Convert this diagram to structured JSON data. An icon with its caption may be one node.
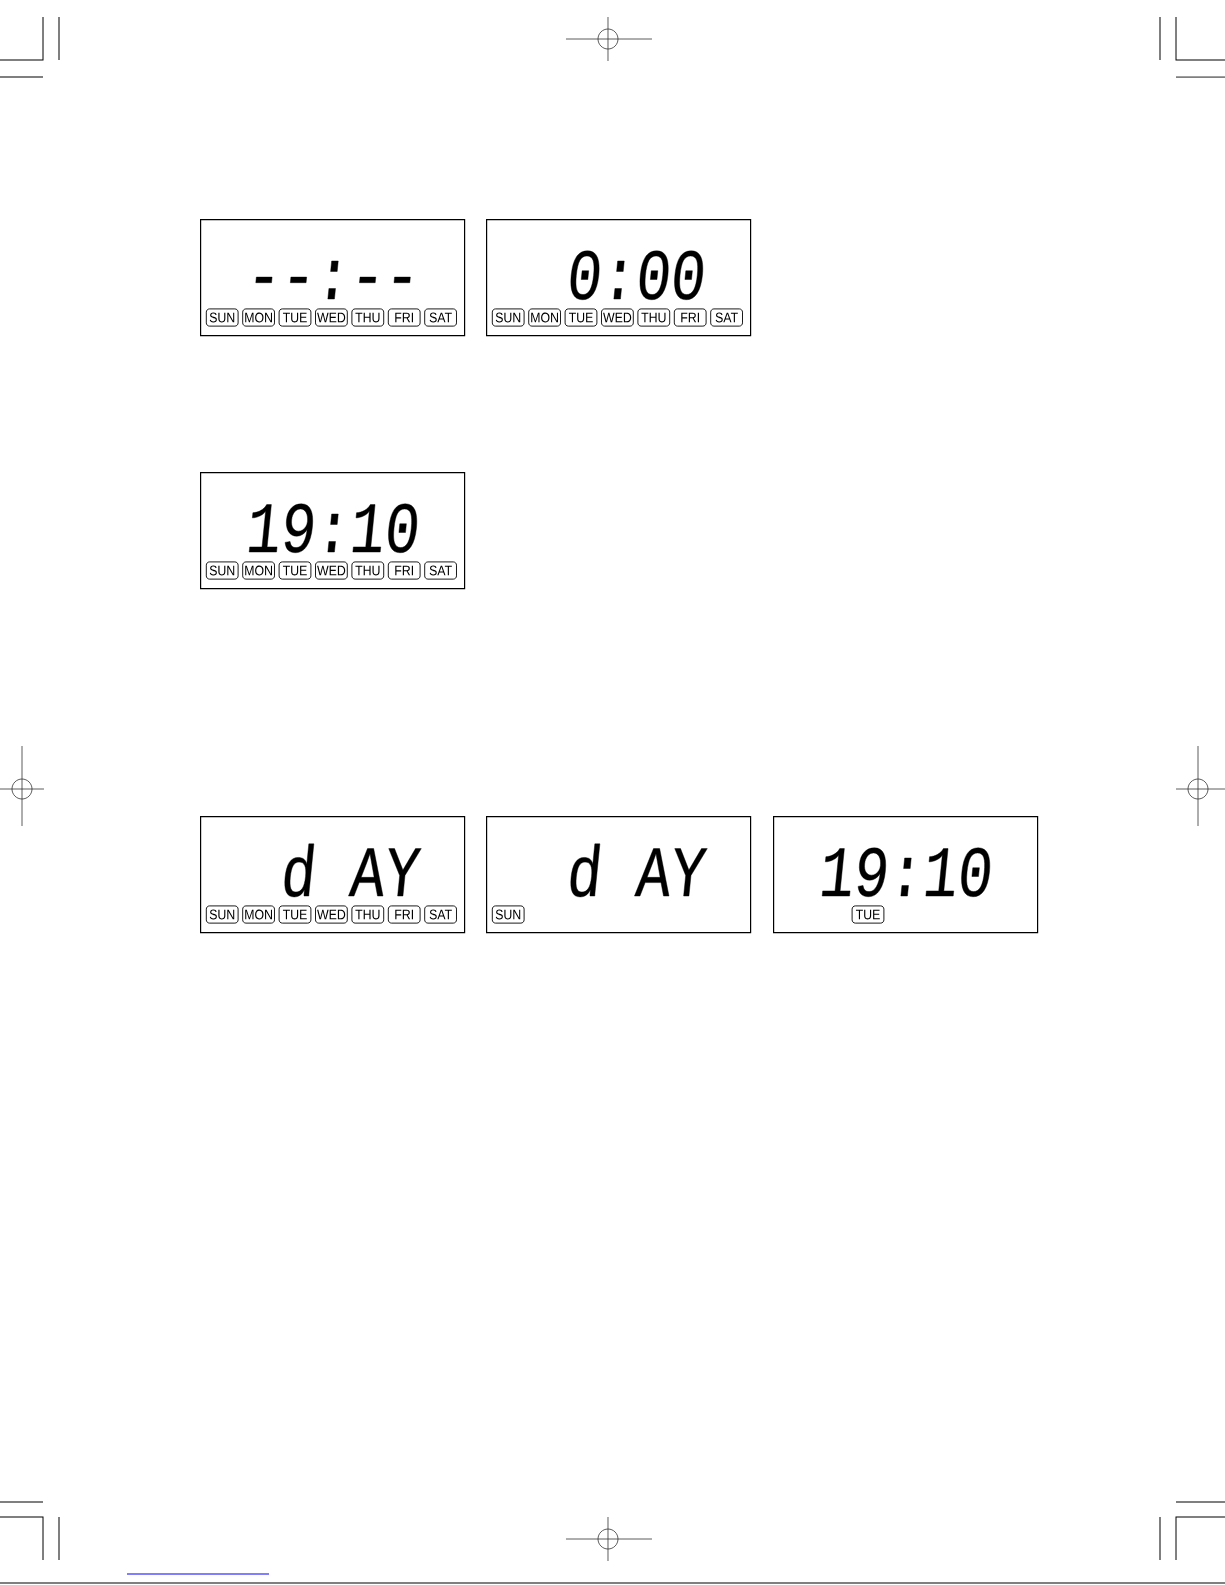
{
  "diagram": {
    "nodes": [
      {
        "text": [
          "--:--"
        ]
      },
      {
        "text": [
          "SUN"
        ],
        "in": 0
      },
      {
        "text": [
          "MON"
        ],
        "in": 0
      },
      {
        "text": [
          "TUE"
        ],
        "in": 0
      },
      {
        "text": [
          "WED"
        ],
        "in": 0
      },
      {
        "text": [
          "THU"
        ],
        "in": 0
      },
      {
        "text": [
          "FRI"
        ],
        "in": 0
      },
      {
        "text": [
          "SAT"
        ],
        "in": 0
      },
      {
        "text": [
          "0:00"
        ]
      },
      {
        "text": [
          "SUN"
        ],
        "in": 8
      },
      {
        "text": [
          "MON"
        ],
        "in": 8
      },
      {
        "text": [
          "TUE"
        ],
        "in": 8
      },
      {
        "text": [
          "WED"
        ],
        "in": 8
      },
      {
        "text": [
          "THU"
        ],
        "in": 8
      },
      {
        "text": [
          "FRI"
        ],
        "in": 8
      },
      {
        "text": [
          "SAT"
        ],
        "in": 8
      },
      {
        "text": [
          "19:10"
        ]
      },
      {
        "text": [
          "SUN"
        ],
        "in": 16
      },
      {
        "text": [
          "MON"
        ],
        "in": 16
      },
      {
        "text": [
          "TUE"
        ],
        "in": 16
      },
      {
        "text": [
          "WED"
        ],
        "in": 16
      },
      {
        "text": [
          "THU"
        ],
        "in": 16
      },
      {
        "text": [
          "FRI"
        ],
        "in": 16
      },
      {
        "text": [
          "SAT"
        ],
        "in": 16
      },
      {
        "text": [
          "d AY"
        ]
      },
      {
        "text": [
          "SUN"
        ],
        "in": 24
      },
      {
        "text": [
          "MON"
        ],
        "in": 24
      },
      {
        "text": [
          "TUE"
        ],
        "in": 24
      },
      {
        "text": [
          "WED"
        ],
        "in": 24
      },
      {
        "text": [
          "THU"
        ],
        "in": 24
      },
      {
        "text": [
          "FRI"
        ],
        "in": 24
      },
      {
        "text": [
          "SAT"
        ],
        "in": 24
      },
      {
        "text": [
          "d AY"
        ]
      },
      {
        "text": [
          "SUN"
        ],
        "in": 32
      },
      {
        "text": [
          "19:10"
        ]
      },
      {
        "text": [
          "TUE"
        ],
        "in": 34
      }
    ]
  }
}
